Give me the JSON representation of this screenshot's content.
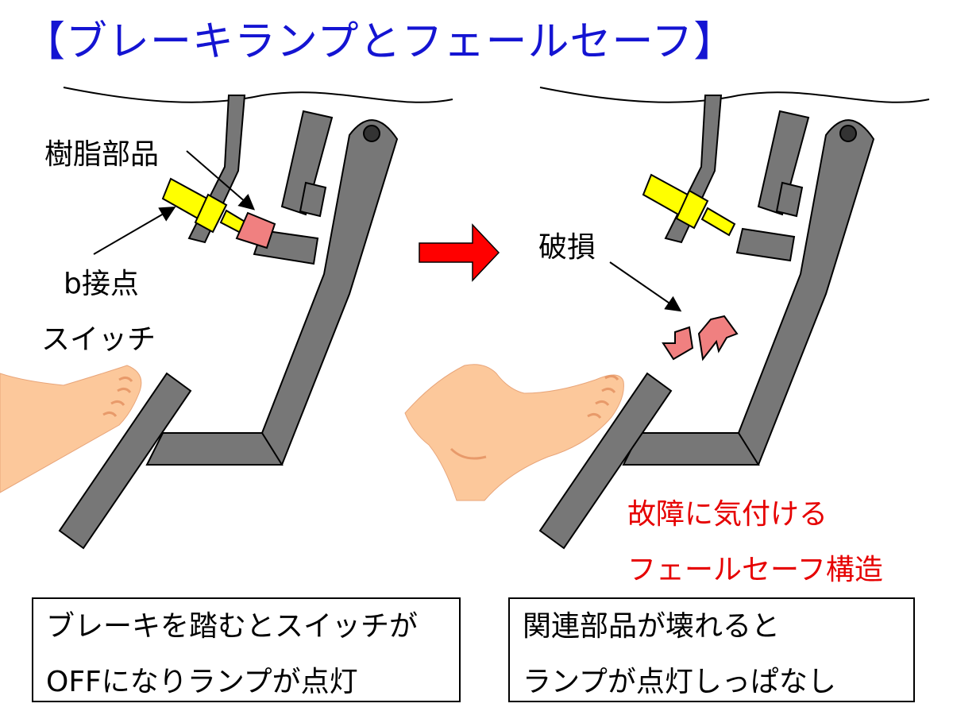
{
  "title": "【ブレーキランプとフェールセーフ】",
  "labels": {
    "resin_part": "樹脂部品",
    "b_contact": "b接点",
    "switch": "スイッチ",
    "broken": "破損"
  },
  "conclusion": {
    "line1": "故障に気付ける",
    "line2": "フェールセーフ構造"
  },
  "captions": {
    "left": [
      "ブレーキを踏むとスイッチが",
      "OFFになりランプが点灯"
    ],
    "right": [
      "関連部品が壊れると",
      "ランプが点灯しっぱなし"
    ]
  },
  "colors": {
    "title": "#1414d2",
    "metal": "#777777",
    "switch": "#ffff00",
    "resin": "#f08080",
    "arrow": "#ff0000",
    "skin": "#fcc89b",
    "highlight": "#e60000"
  }
}
